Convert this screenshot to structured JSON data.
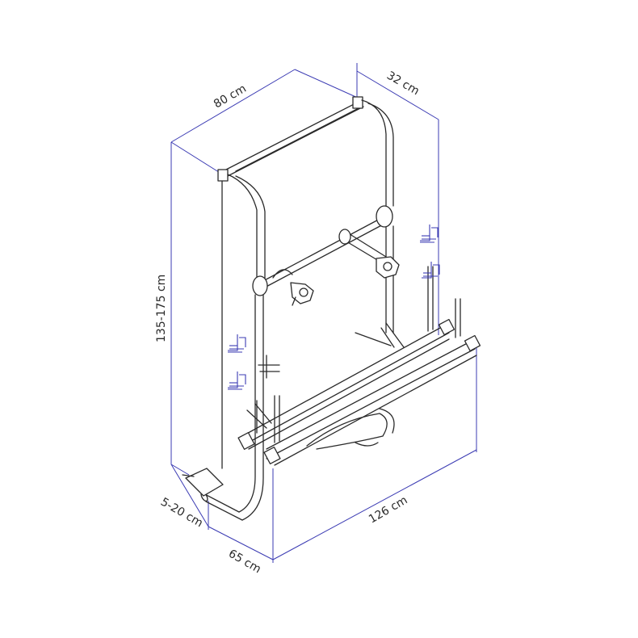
{
  "colors": {
    "dimension": "#3b3bb3",
    "frame": "#2a2a2a",
    "background": "#ffffff"
  },
  "dimensions": {
    "width_top": "80 cm",
    "depth_top": "32 cm",
    "height": "135-175 cm",
    "offset_bottom": "5-20 cm",
    "depth_bottom": "65 cm",
    "width_bottom": "126 cm"
  }
}
